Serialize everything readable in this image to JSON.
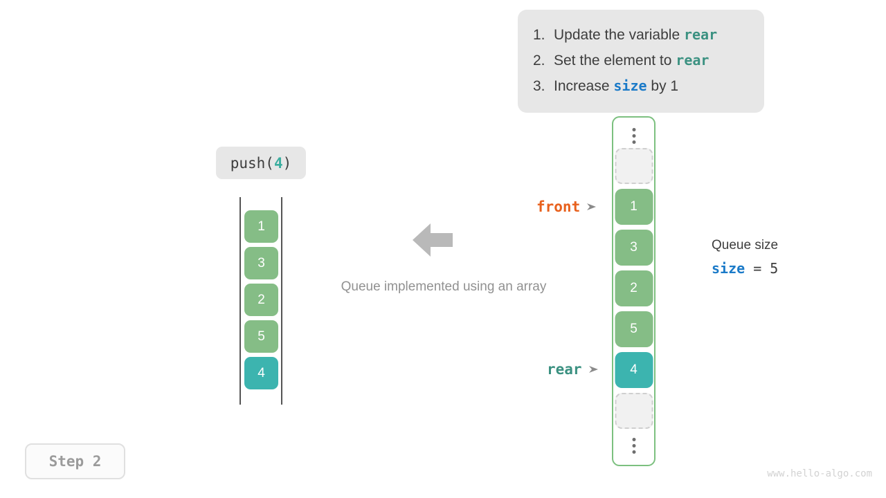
{
  "instructions": {
    "steps": [
      {
        "num": "1.",
        "pre": "Update the variable ",
        "kw": "rear",
        "kw_kind": "rear",
        "post": ""
      },
      {
        "num": "2.",
        "pre": "Set the element to ",
        "kw": "rear",
        "kw_kind": "rear",
        "post": ""
      },
      {
        "num": "3.",
        "pre": "Increase ",
        "kw": "size",
        "kw_kind": "size",
        "post": " by 1"
      }
    ]
  },
  "operation": {
    "func_open": "push(",
    "arg": "4",
    "func_close": ")"
  },
  "left_array": {
    "cells": [
      {
        "value": "1",
        "kind": "green"
      },
      {
        "value": "3",
        "kind": "green"
      },
      {
        "value": "2",
        "kind": "green"
      },
      {
        "value": "5",
        "kind": "green"
      },
      {
        "value": "4",
        "kind": "teal"
      }
    ]
  },
  "caption": "Queue implemented using an array",
  "right_array": {
    "cells": [
      {
        "value": "",
        "kind": "empty"
      },
      {
        "value": "1",
        "kind": "green"
      },
      {
        "value": "3",
        "kind": "green"
      },
      {
        "value": "2",
        "kind": "green"
      },
      {
        "value": "5",
        "kind": "green"
      },
      {
        "value": "4",
        "kind": "teal"
      },
      {
        "value": "",
        "kind": "empty"
      }
    ]
  },
  "pointers": {
    "front": {
      "label": "front",
      "arrow": "➤"
    },
    "rear": {
      "label": "rear",
      "arrow": "➤"
    }
  },
  "size_info": {
    "title": "Queue size",
    "var": "size",
    "equals": " = ",
    "value": "5"
  },
  "step_badge": "Step 2",
  "watermark": "www.hello-algo.com",
  "colors": {
    "green": "#85bd86",
    "teal": "#3cb4af",
    "rear_keyword": "#3b9181",
    "size_keyword": "#1a7ac8",
    "front_label": "#e8601c",
    "panel_bg": "#e7e7e7",
    "array_border": "#7cc07f",
    "arrow_gray": "#b9b9b9",
    "caption_gray": "#919191"
  }
}
